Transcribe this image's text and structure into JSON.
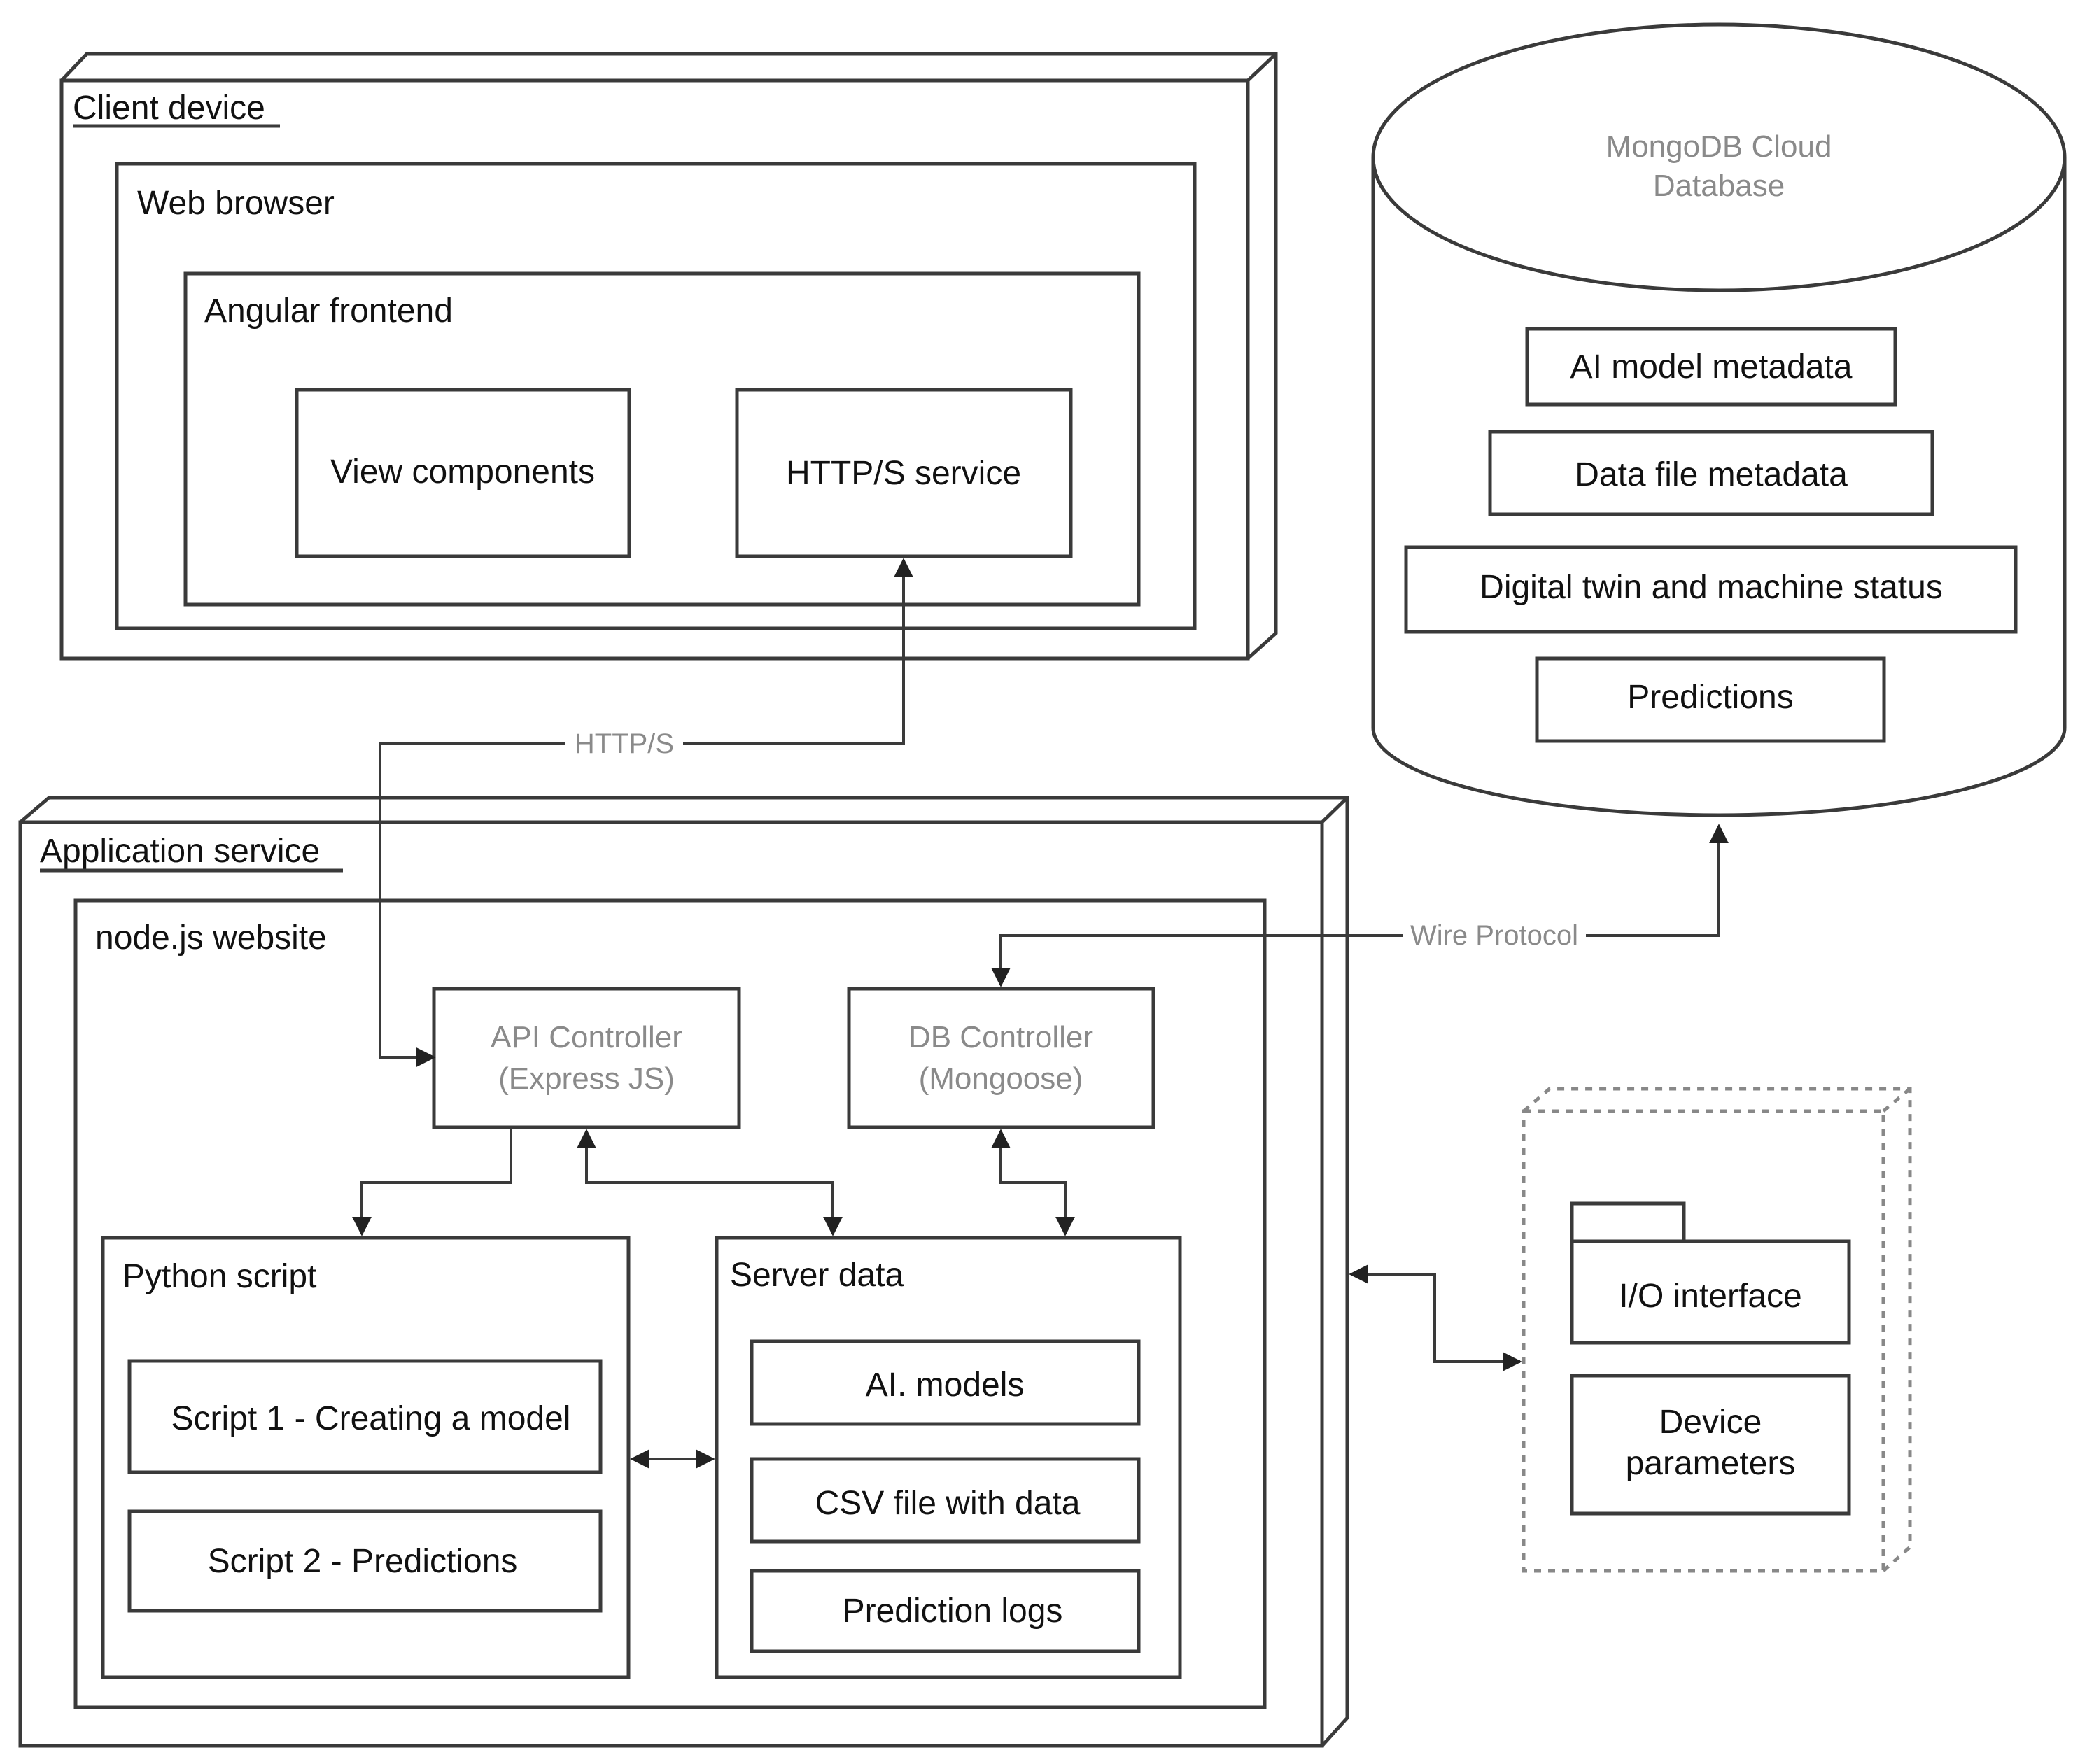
{
  "nodes": {
    "client_device": "Client device",
    "web_browser": "Web browser",
    "angular_frontend": "Angular frontend",
    "view_components": "View components",
    "http_service": "HTTP/S service",
    "application_service": "Application service",
    "nodejs_website": "node.js website",
    "api_controller": [
      "API Controller",
      "(Express JS)"
    ],
    "db_controller": [
      "DB Controller",
      "(Mongoose)"
    ],
    "python_script": "Python script",
    "script1": "Script 1 - Creating a model",
    "script2": "Script 2 - Predictions",
    "server_data": "Server data",
    "ai_models": "AI. models",
    "csv_file": "CSV file with data",
    "prediction_logs": "Prediction logs",
    "mongodb": [
      "MongoDB Cloud",
      "Database"
    ],
    "ai_model_metadata": "AI model metadata",
    "data_file_metadata": "Data file metadata",
    "digital_twin": "Digital twin and machine status",
    "predictions": "Predictions",
    "io_interface": "I/O interface",
    "device_parameters": [
      "Device",
      "parameters"
    ]
  },
  "edges": {
    "https_label": "HTTP/S",
    "wire_protocol_label": "Wire Protocol"
  }
}
